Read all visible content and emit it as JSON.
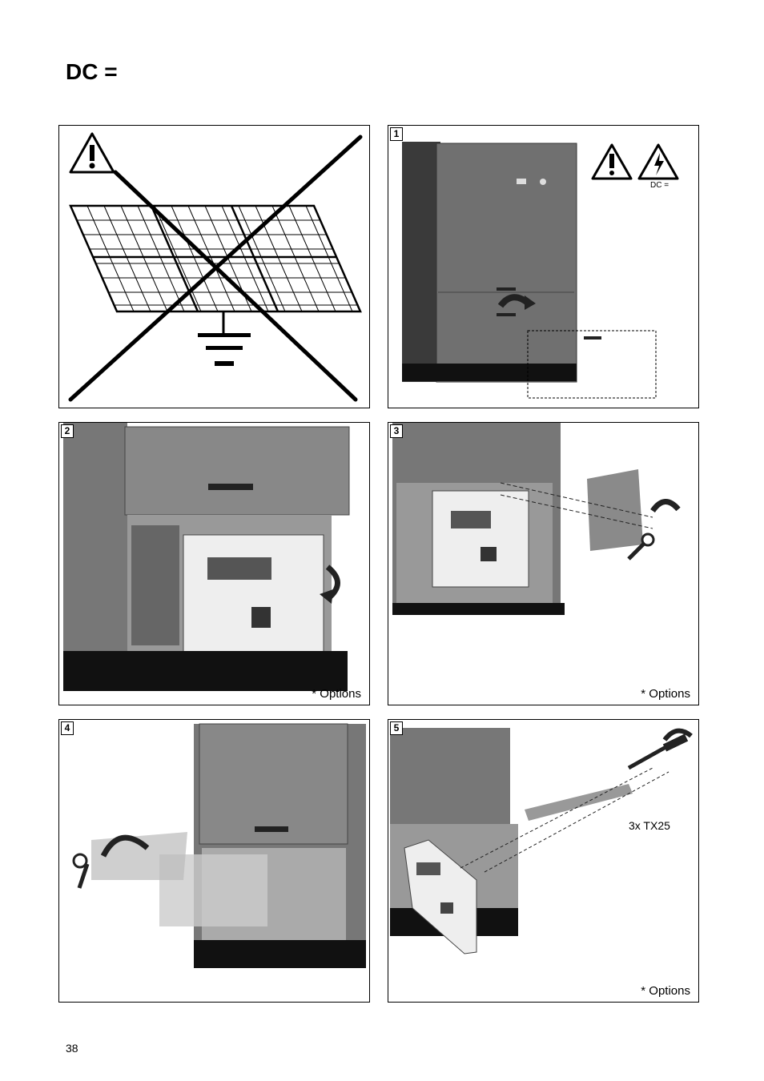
{
  "page": {
    "title": "DC =",
    "page_number": "38"
  },
  "panels": [
    {
      "number": "",
      "note": ""
    },
    {
      "number": "1",
      "dc_label": "DC ="
    },
    {
      "number": "2",
      "note": "*  Options"
    },
    {
      "number": "3",
      "note": "*  Options"
    },
    {
      "number": "4",
      "note": ""
    },
    {
      "number": "5",
      "note": "*  Options",
      "tool_label": "3x TX25"
    }
  ],
  "icons": [
    "warning-triangle-icon",
    "high-voltage-icon",
    "ground-symbol-icon",
    "solar-panel-icon",
    "rotate-arrow-icon",
    "wrench-icon",
    "screwdriver-icon"
  ]
}
